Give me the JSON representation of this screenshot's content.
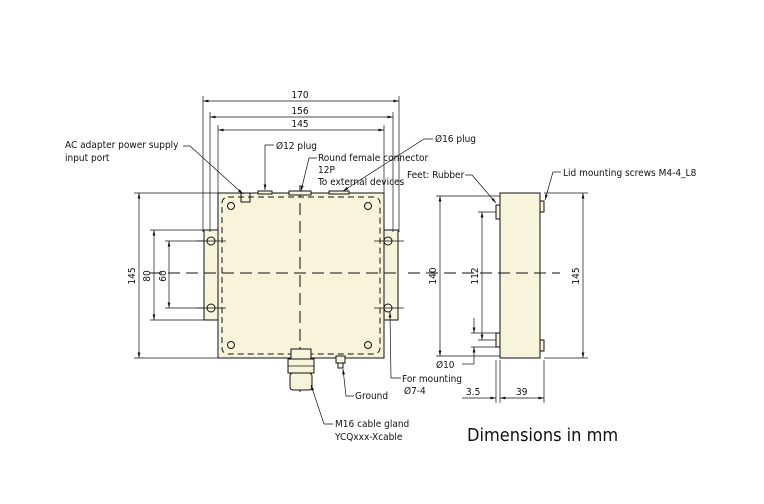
{
  "dimensions": {
    "width_170": "170",
    "width_156": "156",
    "width_145": "145",
    "height_145_front": "145",
    "hole_80": "80",
    "hole_60": "60",
    "side_140": "140",
    "side_112": "112",
    "side_145": "145",
    "feet_3_5": "3.5",
    "depth_39": "39"
  },
  "labels": {
    "ac_adapter_line1": "AC adapter power supply",
    "ac_adapter_line2": "input port",
    "plug12": "Ø12 plug",
    "round_connector_line1": "Round female connector",
    "round_connector_line2": "12P",
    "round_connector_line3": "To external devices",
    "plug16": "Ø16 plug",
    "feet": "Feet: Rubber",
    "lid_screws": "Lid mounting screws M4-4_L8",
    "dia10": "Ø10",
    "for_mounting_line1": "For mounting",
    "for_mounting_line2": "Ø7-4",
    "ground": "Ground",
    "cable_gland_line1": "M16 cable gland",
    "cable_gland_line2": "YCQxxx-Xcable"
  },
  "caption": "Dimensions in mm",
  "colors": {
    "body": "#f8f4dc",
    "line": "#111111"
  }
}
